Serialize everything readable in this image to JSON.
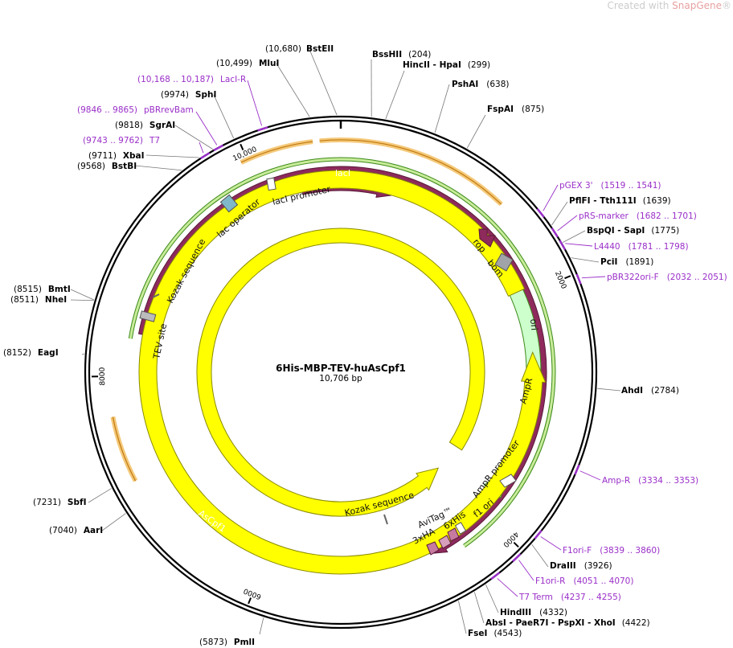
{
  "watermark": {
    "prefix": "Created with ",
    "brand": "SnapGene",
    "suffix": "®"
  },
  "plasmid": {
    "name": "6His-MBP-TEV-huAsCpf1",
    "size": "10,706 bp",
    "bp": 10706
  },
  "ticks": [
    {
      "bp": 2000,
      "label": "2000"
    },
    {
      "bp": 4000,
      "label": "4000"
    },
    {
      "bp": 6000,
      "label": "6000"
    },
    {
      "bp": 8000,
      "label": "8000"
    },
    {
      "bp": 10000,
      "label": "10,000"
    }
  ],
  "sites": [
    {
      "bp": 10680,
      "name": "BstEII",
      "pos": "(10,680)"
    },
    {
      "bp": 204,
      "name": "BssHII",
      "pos": "(204)"
    },
    {
      "bp": 299,
      "name": "HincII  - HpaI",
      "pos": "(299)"
    },
    {
      "bp": 638,
      "name": "PshAI",
      "pos": "(638)"
    },
    {
      "bp": 875,
      "name": "FspAI",
      "pos": "(875)"
    },
    {
      "bp": 1639,
      "name": "PflFI  - Tth111I",
      "pos": "(1639)"
    },
    {
      "bp": 1775,
      "name": "BspQI  - SapI",
      "pos": "(1775)"
    },
    {
      "bp": 1891,
      "name": "PciI",
      "pos": "(1891)"
    },
    {
      "bp": 2784,
      "name": "AhdI",
      "pos": "(2784)"
    },
    {
      "bp": 3926,
      "name": "DraIII",
      "pos": "(3926)"
    },
    {
      "bp": 4332,
      "name": "HindIII",
      "pos": "(4332)"
    },
    {
      "bp": 4422,
      "name": "AbsI  - PaeR7I - PspXI  - XhoI",
      "pos": "(4422)"
    },
    {
      "bp": 4543,
      "name": "FseI",
      "pos": "(4543)"
    },
    {
      "bp": 5873,
      "name": "PmlI",
      "pos": "(5873)"
    },
    {
      "bp": 7040,
      "name": "AarI",
      "pos": "(7040)"
    },
    {
      "bp": 7231,
      "name": "SbfI",
      "pos": "(7231)"
    },
    {
      "bp": 8152,
      "name": "EagI",
      "pos": "(8152)"
    },
    {
      "bp": 8511,
      "name": "NheI",
      "pos": "(8511)"
    },
    {
      "bp": 8515,
      "name": "BmtI",
      "pos": "(8515)"
    },
    {
      "bp": 9568,
      "name": "BstBI",
      "pos": "(9568)"
    },
    {
      "bp": 9711,
      "name": "XbaI",
      "pos": "(9711)"
    },
    {
      "bp": 9818,
      "name": "SgrAI",
      "pos": "(9818)"
    },
    {
      "bp": 9974,
      "name": "SphI",
      "pos": "(9974)"
    },
    {
      "bp": 10499,
      "name": "MluI",
      "pos": "(10,499)"
    }
  ],
  "primers": [
    {
      "bp": 10177,
      "name": "LacI-R",
      "pos": "(10,168 .. 10,187)"
    },
    {
      "bp": 9855,
      "name": "pBRrevBam",
      "pos": "(9846 .. 9865)"
    },
    {
      "bp": 9752,
      "name": "T7",
      "pos": "(9743 .. 9762)"
    },
    {
      "bp": 1530,
      "name": "pGEX 3'",
      "pos": "(1519 .. 1541)"
    },
    {
      "bp": 1691,
      "name": "pRS-marker",
      "pos": "(1682 .. 1701)"
    },
    {
      "bp": 1789,
      "name": "L4440",
      "pos": "(1781 .. 1798)"
    },
    {
      "bp": 2041,
      "name": "pBR322ori-F",
      "pos": "(2032 .. 2051)"
    },
    {
      "bp": 3343,
      "name": "Amp-R",
      "pos": "(3334 .. 3353)"
    },
    {
      "bp": 3849,
      "name": "F1ori-F",
      "pos": "(3839 .. 3860)"
    },
    {
      "bp": 4060,
      "name": "F1ori-R",
      "pos": "(4051 .. 4070)"
    },
    {
      "bp": 4246,
      "name": "T7 Term",
      "pos": "(4237 .. 4255)"
    }
  ],
  "features": [
    {
      "name": "lacI",
      "type": "cds"
    },
    {
      "name": "lacI promoter",
      "type": "promoter"
    },
    {
      "name": "lac operator",
      "type": "operator"
    },
    {
      "name": "Kozak sequence",
      "type": "misc"
    },
    {
      "name": "TEV site",
      "type": "misc"
    },
    {
      "name": "AsCpf1",
      "type": "cds"
    },
    {
      "name": "Kozak sequence",
      "type": "misc"
    },
    {
      "name": "AviTag™",
      "type": "tag"
    },
    {
      "name": "3xHA",
      "type": "tag"
    },
    {
      "name": "6xHis",
      "type": "tag"
    },
    {
      "name": "f1 ori",
      "type": "origin"
    },
    {
      "name": "AmpR promoter",
      "type": "promoter"
    },
    {
      "name": "AmpR",
      "type": "cds"
    },
    {
      "name": "ori",
      "type": "origin"
    },
    {
      "name": "bom",
      "type": "misc"
    },
    {
      "name": "rop",
      "type": "cds"
    }
  ],
  "colors": {
    "cds": "#8e2a5c",
    "origin": "#ffff00",
    "ampr": "#ccffcc",
    "primer": "#9a2fc8",
    "orf_fill": "#f5c97a",
    "orf_stroke": "#c07a10",
    "green_fill": "#c8ec9a",
    "green_stroke": "#3d8a1a"
  }
}
